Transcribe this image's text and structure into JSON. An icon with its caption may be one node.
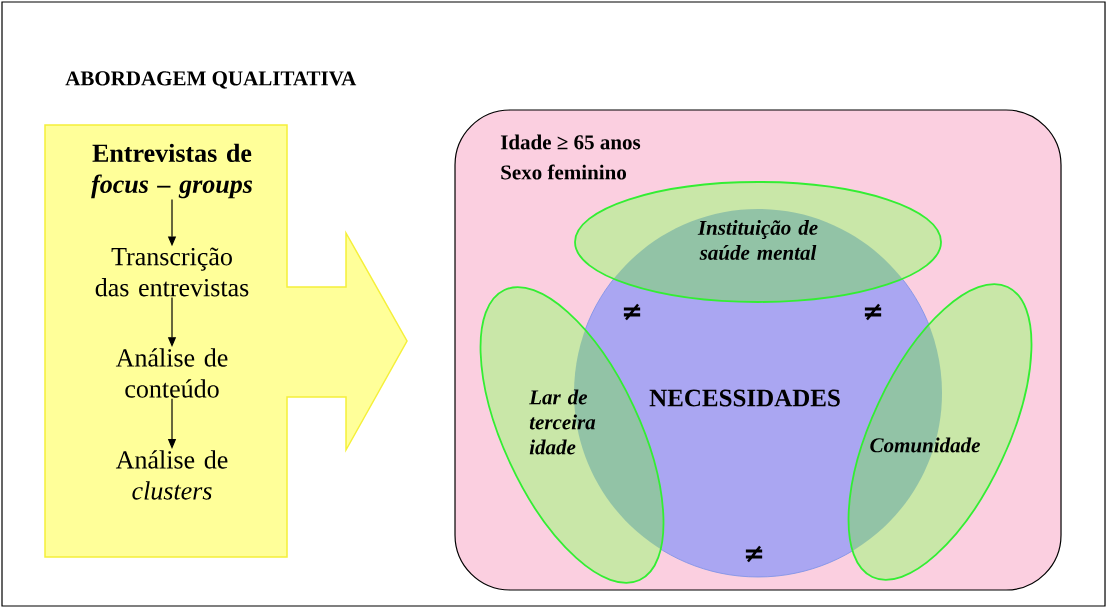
{
  "diagram": {
    "title": "ABORDAGEM QUALITATIVA",
    "nodes": [
      {
        "text": [],
        "shape": "arrow"
      },
      {
        "text": [
          "Entrevistas de *focus – groups*"
        ],
        "in": 0
      },
      {
        "text": [
          "Transcrição das entrevistas"
        ],
        "in": 0
      },
      {
        "text": [
          "Análise de conteúdo"
        ],
        "in": 0
      },
      {
        "text": [
          "Análise de *clusters*"
        ],
        "in": 0
      },
      {
        "text": [
          "Idade ≥ 65 anos",
          "Sexo feminino"
        ]
      },
      {
        "text": [
          "NECESSIDADES"
        ],
        "in": 5
      },
      {
        "text": [
          "Instituição de saúde mental"
        ],
        "in": 5
      },
      {
        "text": [
          "Lar de terceira idade"
        ],
        "in": 5
      },
      {
        "text": [
          "Comunidade"
        ],
        "in": 5
      }
    ],
    "edges": [
      {
        "from": 1,
        "to": 2,
        "arrow": "to"
      },
      {
        "from": 2,
        "to": 3,
        "arrow": "to"
      },
      {
        "from": 3,
        "to": 4,
        "arrow": "to"
      }
    ],
    "labels": [
      "≠",
      "≠",
      "≠"
    ]
  }
}
